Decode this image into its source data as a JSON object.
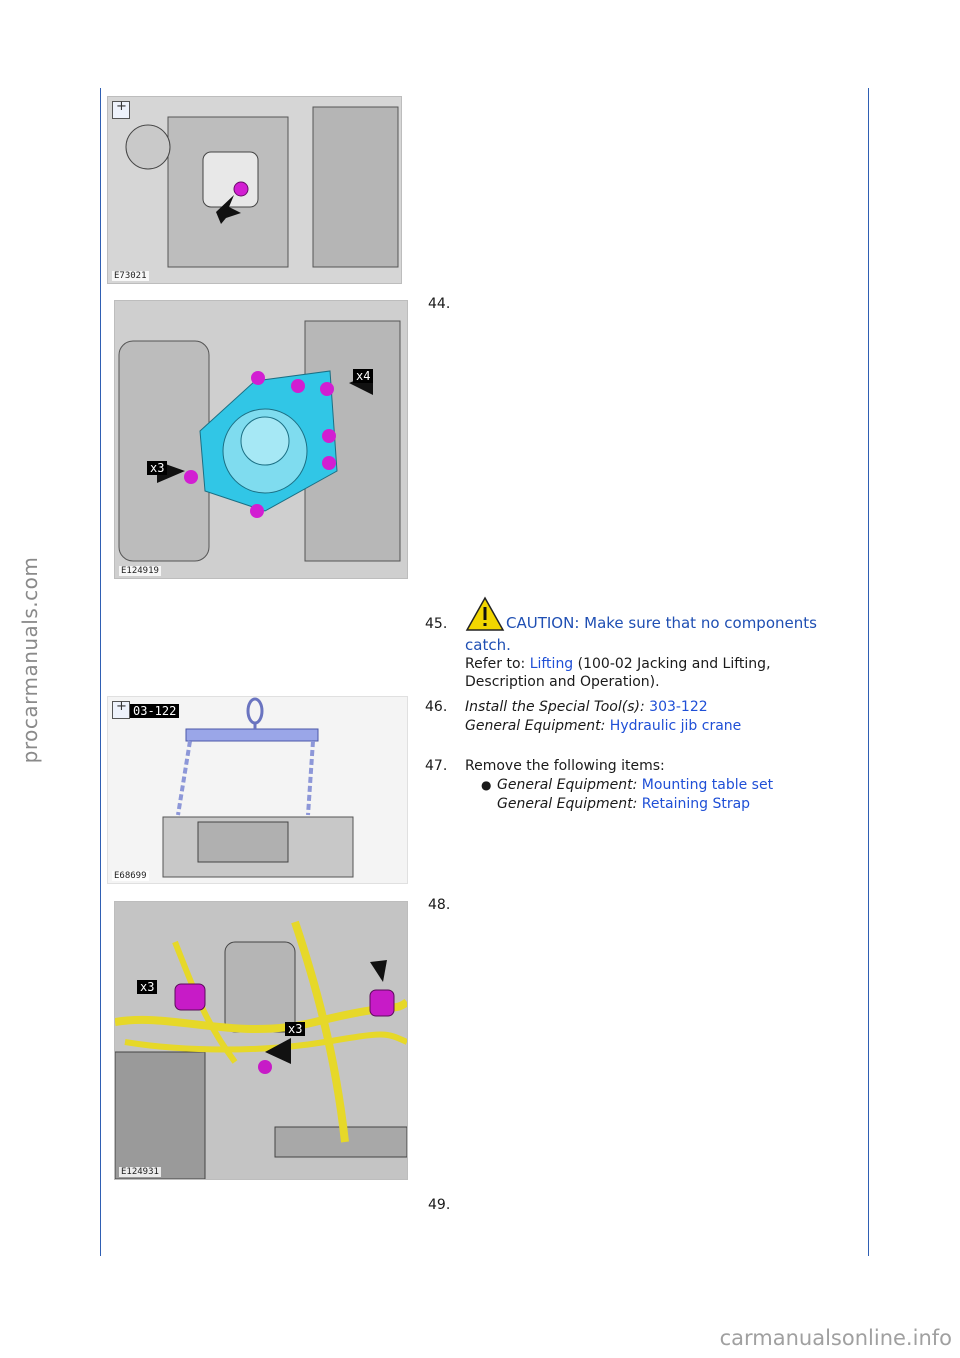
{
  "side_watermark": "procarmanuals.com",
  "bottom_watermark": "carmanualsonline.info",
  "figures": [
    {
      "code": "E73021"
    },
    {
      "code": "E124919",
      "callouts": [
        "x4",
        "x3"
      ]
    },
    {
      "code": "E68699",
      "tool_tag": "03-122"
    },
    {
      "code": "E124931",
      "callouts": [
        "x3",
        "x3"
      ]
    }
  ],
  "steps": {
    "s44": {
      "num": "44."
    },
    "s45": {
      "num": "45.",
      "caution_line1": "CAUTION: Make sure that no components",
      "caution_line2": "catch.",
      "refer_prefix": "Refer to:",
      "refer_link": "Lifting",
      "refer_rest": "(100-02 Jacking and Lifting,",
      "refer_line2": "Description and Operation)."
    },
    "s46": {
      "num": "46.",
      "tool_label": "Install the Special Tool(s):",
      "tool_link": "303-122",
      "equip_label": "General Equipment:",
      "equip_link": "Hydraulic jib crane"
    },
    "s47": {
      "num": "47.",
      "text": "Remove the following items:",
      "bullet": "●",
      "item1_label": "General Equipment:",
      "item1_link": "Mounting table set",
      "item2_label": "General Equipment:",
      "item2_link": "Retaining Strap"
    },
    "s48": {
      "num": "48."
    },
    "s49": {
      "num": "49."
    }
  }
}
